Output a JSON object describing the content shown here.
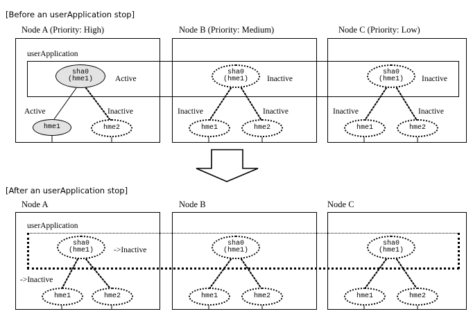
{
  "sections": [
    {
      "id": "before",
      "heading": "[Before an userApplication stop]",
      "ua_label": "userApplication",
      "nodes": [
        {
          "title": "Node A (Priority: High)",
          "sha": {
            "line1": "sha0",
            "line2": "(hme1)",
            "state": "active"
          },
          "sha_state_label": "Active",
          "children": [
            {
              "label": "hme1",
              "state": "active",
              "state_label": "Active"
            },
            {
              "label": "hme2",
              "state": "inactive",
              "state_label": "Inactive"
            }
          ]
        },
        {
          "title": "Node B (Priority: Medium)",
          "sha": {
            "line1": "sha0",
            "line2": "(hme1)",
            "state": "inactive"
          },
          "sha_state_label": "Inactive",
          "children": [
            {
              "label": "hme1",
              "state": "inactive",
              "state_label": "Inactive"
            },
            {
              "label": "hme2",
              "state": "inactive",
              "state_label": "Inactive"
            }
          ]
        },
        {
          "title": "Node C (Priority: Low)",
          "sha": {
            "line1": "sha0",
            "line2": "(hme1)",
            "state": "inactive"
          },
          "sha_state_label": "Inactive",
          "children": [
            {
              "label": "hme1",
              "state": "inactive",
              "state_label": "Inactive"
            },
            {
              "label": "hme2",
              "state": "inactive",
              "state_label": "Inactive"
            }
          ]
        }
      ]
    },
    {
      "id": "after",
      "heading": "[After an userApplication stop]",
      "ua_label": "userApplication",
      "nodes": [
        {
          "title": "Node A",
          "sha": {
            "line1": "sha0",
            "line2": "(hme1)",
            "state": "inactive"
          },
          "sha_state_label": "->Inactive",
          "children": [
            {
              "label": "hme1",
              "state": "inactive",
              "state_label": "->Inactive"
            },
            {
              "label": "hme2",
              "state": "inactive",
              "state_label": ""
            }
          ]
        },
        {
          "title": "Node B",
          "sha": {
            "line1": "sha0",
            "line2": "(hme1)",
            "state": "inactive"
          },
          "sha_state_label": "",
          "children": [
            {
              "label": "hme1",
              "state": "inactive",
              "state_label": ""
            },
            {
              "label": "hme2",
              "state": "inactive",
              "state_label": ""
            }
          ]
        },
        {
          "title": "Node C",
          "sha": {
            "line1": "sha0",
            "line2": "(hme1)",
            "state": "inactive"
          },
          "sha_state_label": "",
          "children": [
            {
              "label": "hme1",
              "state": "inactive",
              "state_label": ""
            },
            {
              "label": "hme2",
              "state": "inactive",
              "state_label": ""
            }
          ]
        }
      ]
    }
  ],
  "transition_arrow": "down-arrow",
  "colors": {
    "line": "#000000",
    "active_fill": "#e3e3e3",
    "inactive_fill": "#ffffff",
    "background": "#ffffff"
  }
}
